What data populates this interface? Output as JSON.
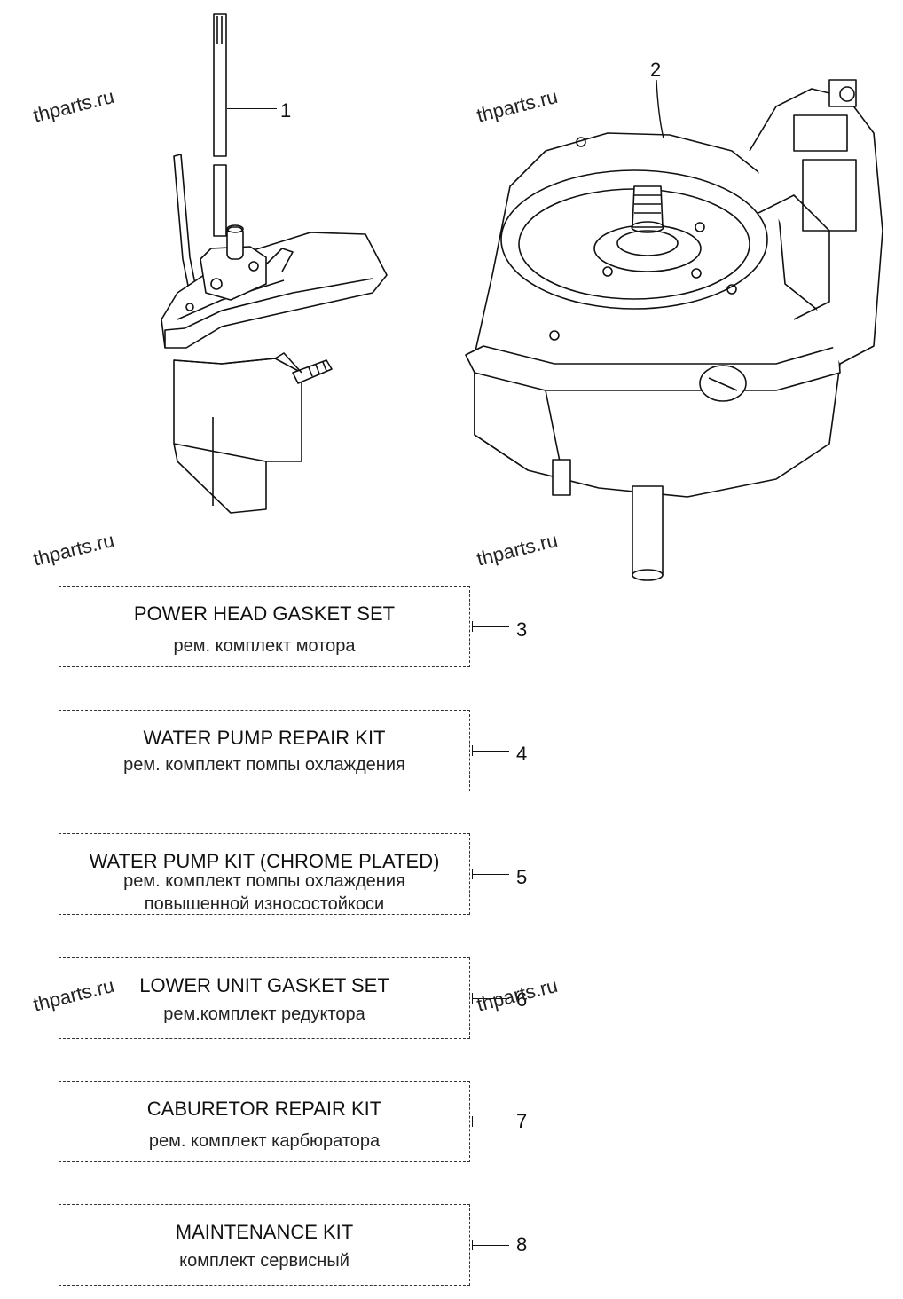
{
  "watermark": "thparts.ru",
  "callouts": {
    "c1": "1",
    "c2": "2"
  },
  "kits": [
    {
      "number": "3",
      "en": "POWER HEAD GASKET SET",
      "ru": "рем. комплект мотора"
    },
    {
      "number": "4",
      "en": "WATER PUMP REPAIR KIT",
      "ru": "рем. комплект помпы охлаждения"
    },
    {
      "number": "5",
      "en": "WATER PUMP KIT (CHROME PLATED)",
      "ru": "рем. комплект помпы охлаждения",
      "ru2": "повышенной износостойкоси"
    },
    {
      "number": "6",
      "en": "LOWER UNIT GASKET SET",
      "ru": "рем.комплект редуктора"
    },
    {
      "number": "7",
      "en": "CABURETOR REPAIR KIT",
      "ru": "рем. комплект карбюратора"
    },
    {
      "number": "8",
      "en": "MAINTENANCE KIT",
      "ru": "комплект сервисный"
    }
  ]
}
